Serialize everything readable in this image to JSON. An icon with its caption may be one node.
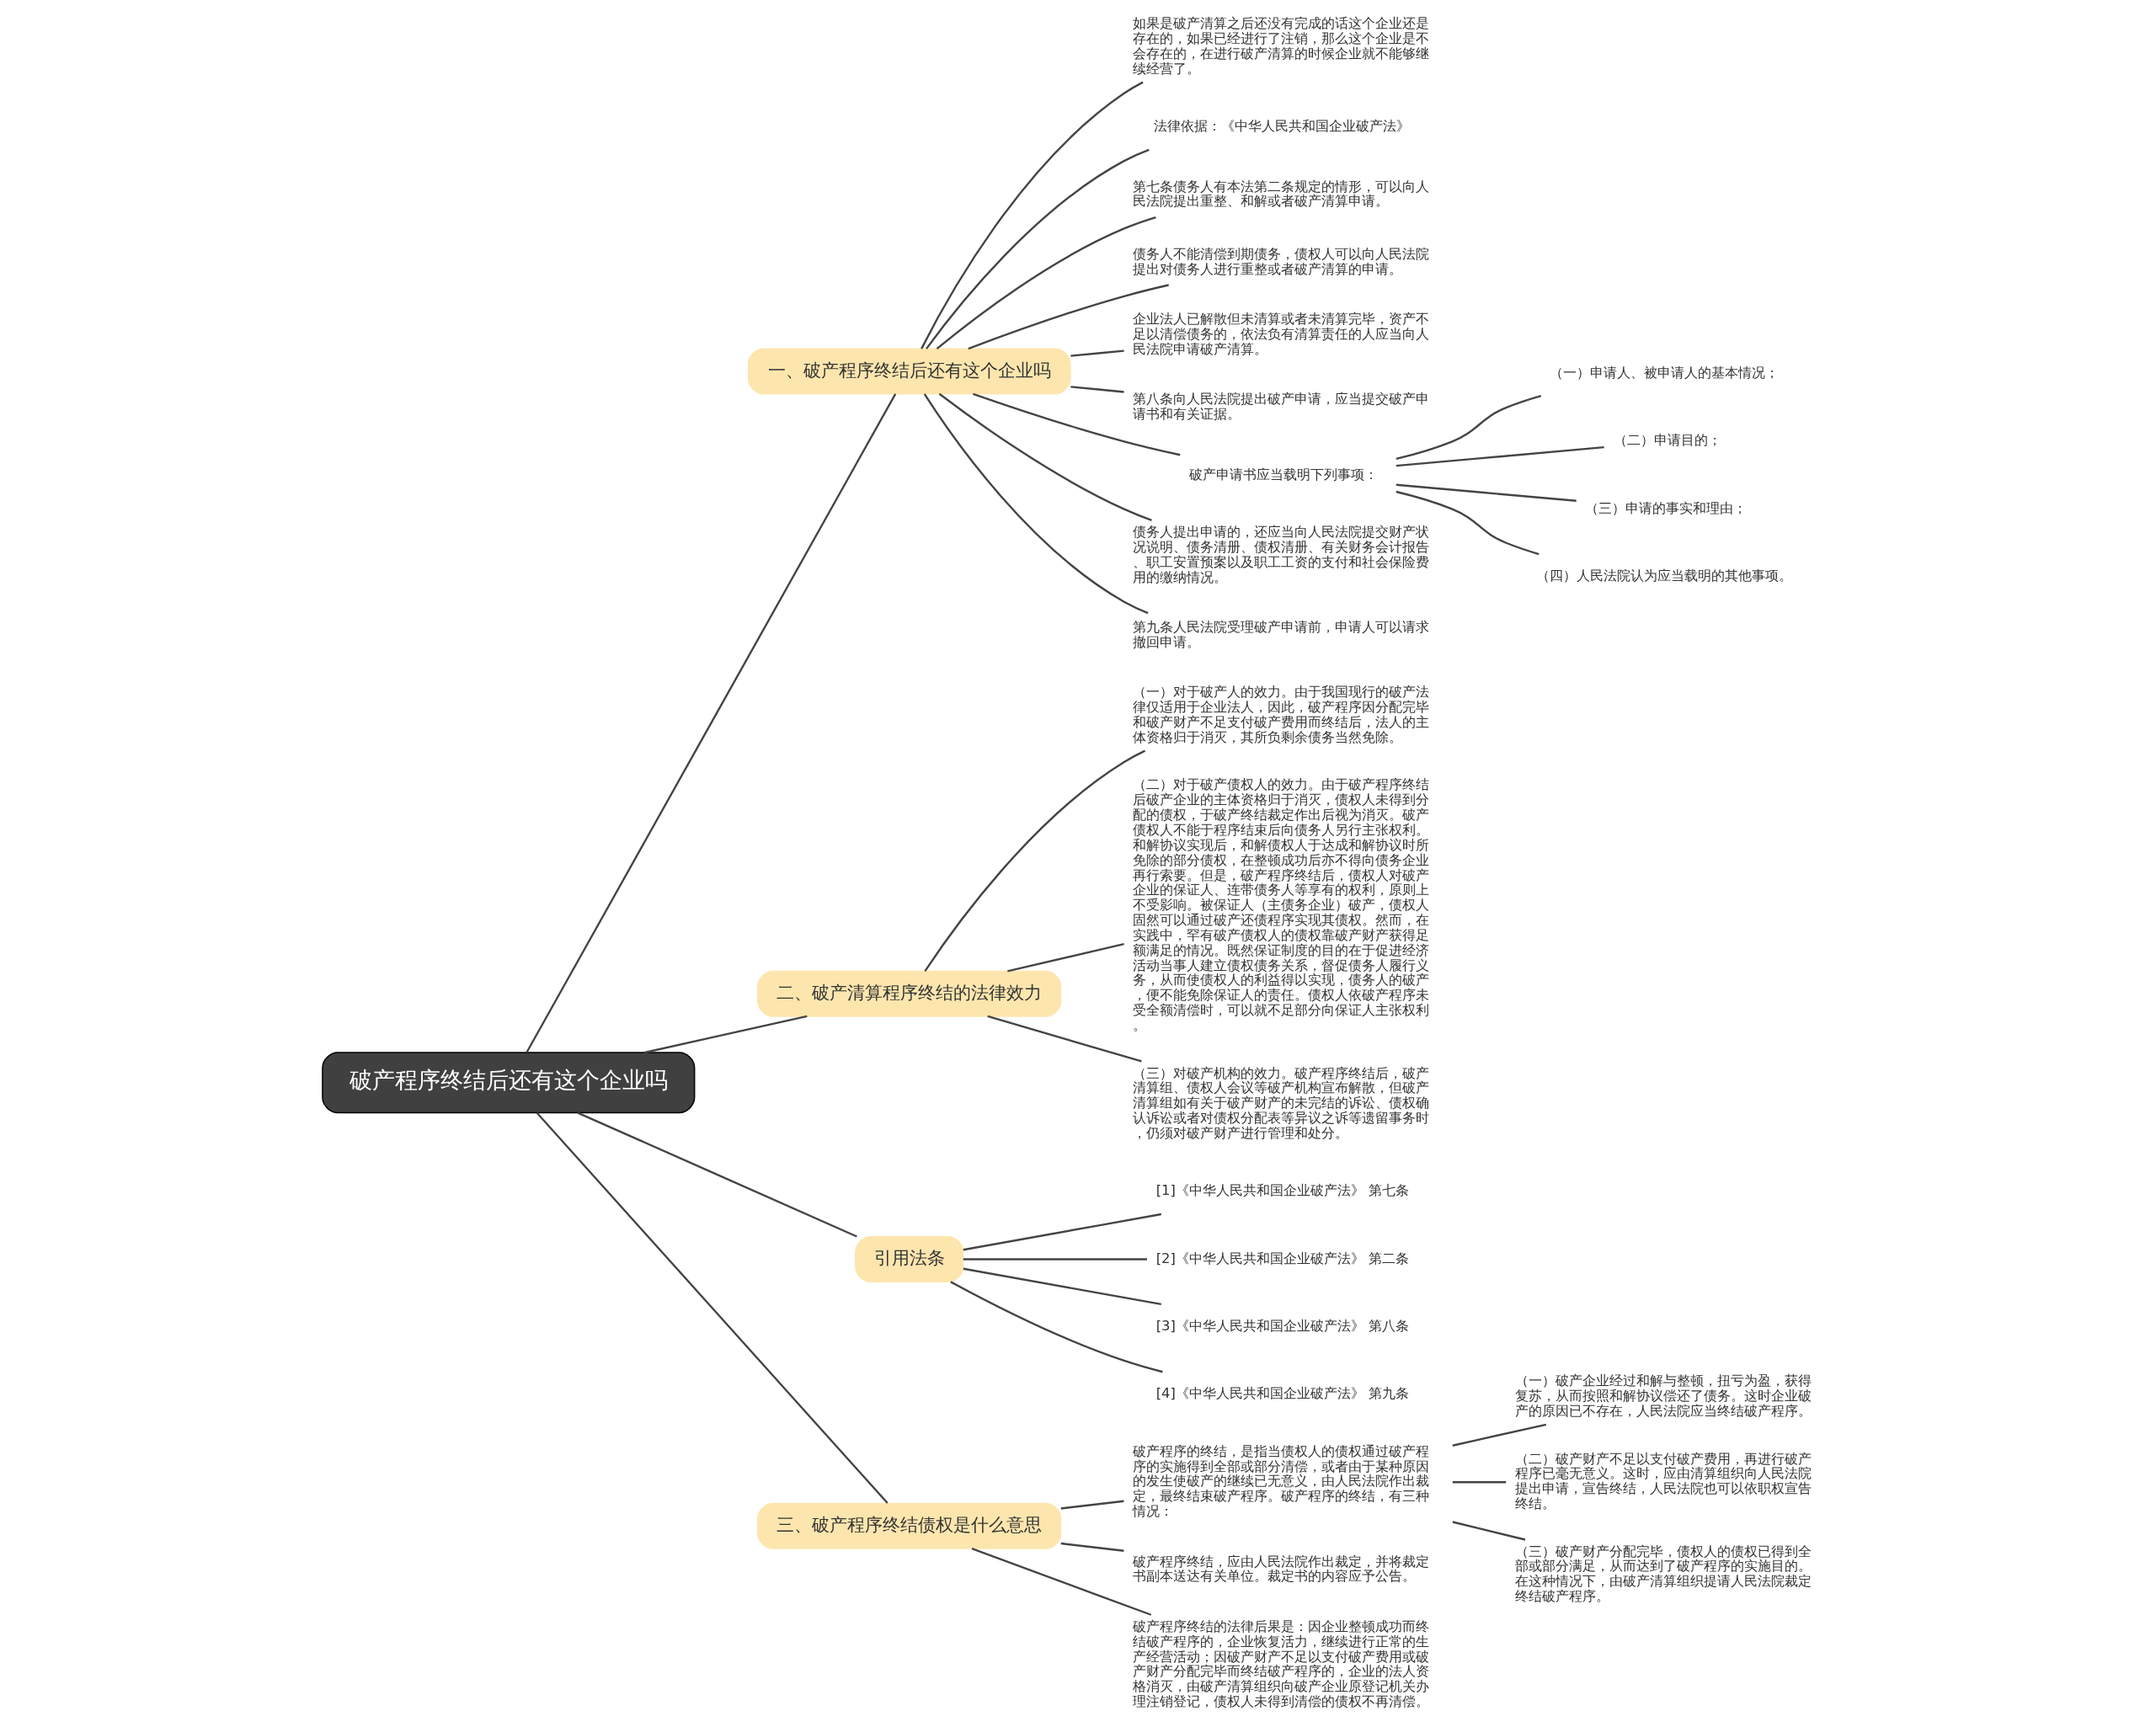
{
  "diagram": {
    "nodes": [
      {
        "text": [
          "破产程序终结后还有这个企业吗"
        ]
      },
      {
        "text": [
          "一、破产程序终结后还有这个企业吗"
        ]
      },
      {
        "text": [
          "如果是破产清算之后还没有完成的话这个企业还是存在的，如果已经进行了注销，那么这个企业是不会存在的，在进行破产清算的时候企业就不能够继续经营了。"
        ]
      },
      {
        "text": [
          "法律依据：《中华人民共和国企业破产法》"
        ]
      },
      {
        "text": [
          "第七条债务人有本法第二条规定的情形，可以向人民法院提出重整、和解或者破产清算申请。"
        ]
      },
      {
        "text": [
          "债务人不能清偿到期债务，债权人可以向人民法院提出对债务人进行重整或者破产清算的申请。"
        ]
      },
      {
        "text": [
          "企业法人已解散但未清算或者未清算完毕，资产不足以清偿债务的，依法负有清算责任的人应当向人民法院申请破产清算。"
        ]
      },
      {
        "text": [
          "第八条向人民法院提出破产申请，应当提交破产申请书和有关证据。"
        ]
      },
      {
        "text": [
          "破产申请书应当载明下列事项："
        ]
      },
      {
        "text": [
          "（一）申请人、被申请人的基本情况；"
        ]
      },
      {
        "text": [
          "（二）申请目的；"
        ]
      },
      {
        "text": [
          "（三）申请的事实和理由；"
        ]
      },
      {
        "text": [
          "（四）人民法院认为应当载明的其他事项。"
        ]
      },
      {
        "text": [
          "债务人提出申请的，还应当向人民法院提交财产状况说明、债务清册、债权清册、有关财务会计报告、职工安置预案以及职工工资的支付和社会保险费用的缴纳情况。"
        ]
      },
      {
        "text": [
          "第九条人民法院受理破产申请前，申请人可以请求撤回申请。"
        ]
      },
      {
        "text": [
          "二、破产清算程序终结的法律效力"
        ]
      },
      {
        "text": [
          "（一）对于破产人的效力。由于我国现行的破产法律仅适用于企业法人，因此，破产程序因分配完毕和破产财产不足支付破产费用而终结后，法人的主体资格归于消灭，其所负剩余债务当然免除。"
        ]
      },
      {
        "text": [
          "（二）对于破产债权人的效力。由于破产程序终结后破产企业的主体资格归于消灭，债权人未得到分配的债权，于破产终结裁定作出后视为消灭。破产债权人不能于程序结束后向债务人另行主张权利。和解协议实现后，和解债权人于达成和解协议时所免除的部分债权，在整顿成功后亦不得向债务企业再行索要。但是，破产程序终结后，债权人对破产企业的保证人、连带债务人等享有的权利，原则上不受影响。被保证人（主债务企业）破产，债权人固然可以通过破产还债程序实现其债权。然而，在实践中，罕有破产债权人的债权靠破产财产获得足额满足的情况。既然保证制度的目的在于促进经济活动当事人建立债权债务关系，督促债务人履行义务，从而使债权人的利益得以实现，债务人的破产，便不能免除保证人的责任。债权人依破产程序未受全额清偿时，可以就不足部分向保证人主张权利。"
        ]
      },
      {
        "text": [
          "（三）对破产机构的效力。破产程序终结后，破产清算组、债权人会议等破产机构宣布解散，但破产清算组如有关于破产财产的未完结的诉讼、债权确认诉讼或者对债权分配表等异议之诉等遗留事务时，仍须对破产财产进行管理和处分。"
        ]
      },
      {
        "text": [
          "引用法条"
        ]
      },
      {
        "text": [
          "[1]《中华人民共和国企业破产法》 第七条"
        ]
      },
      {
        "text": [
          "[2]《中华人民共和国企业破产法》 第二条"
        ]
      },
      {
        "text": [
          "[3]《中华人民共和国企业破产法》 第八条"
        ]
      },
      {
        "text": [
          "[4]《中华人民共和国企业破产法》 第九条"
        ]
      },
      {
        "text": [
          "三、破产程序终结债权是什么意思"
        ]
      },
      {
        "text": [
          "破产程序的终结，是指当债权人的债权通过破产程序的实施得到全部或部分清偿，或者由于某种原因的发生使破产的继续已无意义，由人民法院作出裁定，最终结束破产程序。破产程序的终结，有三种情况："
        ]
      },
      {
        "text": [
          "（一）破产企业经过和解与整顿，扭亏为盈，获得复苏，从而按照和解协议偿还了债务。这时企业破产的原因已不存在，人民法院应当终结破产程序。"
        ]
      },
      {
        "text": [
          "（二）破产财产不足以支付破产费用，再进行破产程序已毫无意义。这时，应由清算组织向人民法院提出申请，宣告终结，人民法院也可以依职权宣告终结。"
        ]
      },
      {
        "text": [
          "（三）破产财产分配完毕，债权人的债权已得到全部或部分满足，从而达到了破产程序的实施目的。在这种情况下，由破产清算组织提请人民法院裁定终结破产程序。"
        ]
      },
      {
        "text": [
          "破产程序终结，应由人民法院作出裁定，并将裁定书副本送达有关单位。裁定书的内容应予公告。"
        ]
      },
      {
        "text": [
          "破产程序终结的法律后果是：因企业整顿成功而终结破产程序的，企业恢复活力，继续进行正常的生产经营活动；因破产财产不足以支付破产费用或破产财产分配完毕而终结破产程序的，企业的法人资格消灭，由破产清算组织向破产企业原登记机关办理注销登记，债权人未得到清偿的债权不再清偿。"
        ]
      }
    ],
    "edges": [
      {
        "from": 0,
        "to": 1,
        "arrow": "none"
      },
      {
        "from": 1,
        "to": 2,
        "arrow": "none"
      },
      {
        "from": 1,
        "to": 3,
        "arrow": "none"
      },
      {
        "from": 1,
        "to": 4,
        "arrow": "none"
      },
      {
        "from": 1,
        "to": 5,
        "arrow": "none"
      },
      {
        "from": 1,
        "to": 6,
        "arrow": "none"
      },
      {
        "from": 1,
        "to": 7,
        "arrow": "none"
      },
      {
        "from": 1,
        "to": 8,
        "arrow": "none"
      },
      {
        "from": 8,
        "to": 9,
        "arrow": "none"
      },
      {
        "from": 8,
        "to": 10,
        "arrow": "none"
      },
      {
        "from": 8,
        "to": 11,
        "arrow": "none"
      },
      {
        "from": 8,
        "to": 12,
        "arrow": "none"
      },
      {
        "from": 1,
        "to": 13,
        "arrow": "none"
      },
      {
        "from": 1,
        "to": 14,
        "arrow": "none"
      },
      {
        "from": 0,
        "to": 15,
        "arrow": "none"
      },
      {
        "from": 15,
        "to": 16,
        "arrow": "none"
      },
      {
        "from": 15,
        "to": 17,
        "arrow": "none"
      },
      {
        "from": 15,
        "to": 18,
        "arrow": "none"
      },
      {
        "from": 0,
        "to": 19,
        "arrow": "none"
      },
      {
        "from": 19,
        "to": 20,
        "arrow": "none"
      },
      {
        "from": 19,
        "to": 21,
        "arrow": "none"
      },
      {
        "from": 19,
        "to": 22,
        "arrow": "none"
      },
      {
        "from": 19,
        "to": 23,
        "arrow": "none"
      },
      {
        "from": 0,
        "to": 24,
        "arrow": "none"
      },
      {
        "from": 24,
        "to": 25,
        "arrow": "none"
      },
      {
        "from": 25,
        "to": 26,
        "arrow": "none"
      },
      {
        "from": 25,
        "to": 27,
        "arrow": "none"
      },
      {
        "from": 25,
        "to": 28,
        "arrow": "none"
      },
      {
        "from": 24,
        "to": 29,
        "arrow": "none"
      },
      {
        "from": 24,
        "to": 30,
        "arrow": "none"
      }
    ]
  }
}
